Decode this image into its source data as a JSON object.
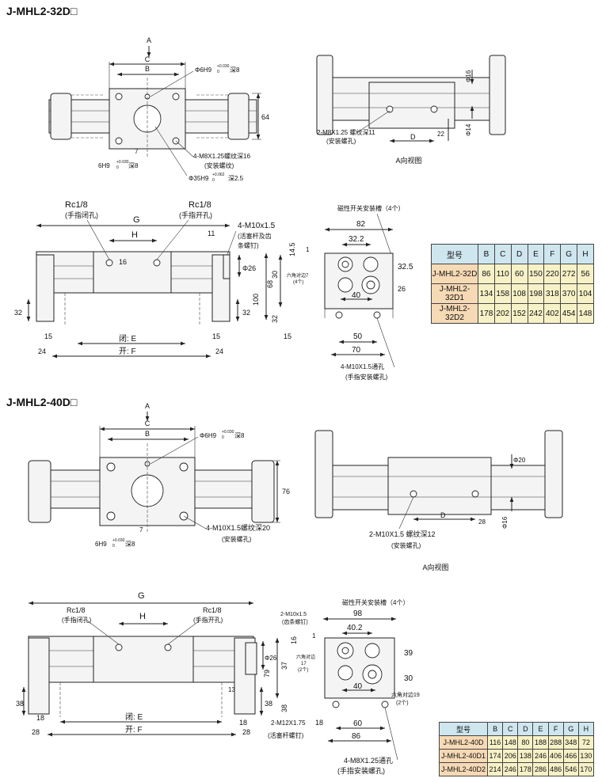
{
  "section1": {
    "title": "J-MHL2-32D□",
    "top_front": {
      "A": "A",
      "C": "C",
      "B": "B",
      "phi6": "Φ6H9",
      "phi6_tol": "+0.030",
      "phi6_tol2": "0",
      "phi6_depth": "深8",
      "dim64": "64",
      "dim7": "7",
      "m8": "4-M8X1.25螺纹深16",
      "m8_note": "(安装螺纹)",
      "pin": "6H9",
      "pin_tol": "+0.030",
      "pin_tol2": "0",
      "pin_depth": "深8",
      "phi35": "Φ35H9",
      "phi35_tol": "+0.062",
      "phi35_tol2": "0",
      "phi35_depth": "深2.5"
    },
    "top_side": {
      "phi16": "Φ16",
      "phi14": "Φ14",
      "m8": "2-M8X1.25 螺纹深11",
      "m8_note": "(安装螺孔)",
      "D": "D",
      "dim22": "22",
      "caption": "A向视图"
    },
    "bottom_front": {
      "rc_left": "Rc1/8",
      "rc_left_note": "(手指闭孔)",
      "rc_right": "Rc1/8",
      "rc_right_note": "(手指开孔)",
      "G": "G",
      "H": "H",
      "dim16": "16",
      "dim11": "11",
      "m10": "4-M10x1.5",
      "m10_note1": "(活塞杆及齿",
      "m10_note2": "条螺钉)",
      "phi26": "Φ26",
      "dim32l": "32",
      "dim32r": "32",
      "dim15l": "15",
      "dim15r": "15",
      "dim24l": "24",
      "dim24r": "24",
      "E": "闭: E",
      "F": "开: F"
    },
    "bottom_end": {
      "slot": "磁性开关安装槽（4个）",
      "dim82": "82",
      "dim32_2": "32.2",
      "dim14_5": "14.5",
      "dim1": "1",
      "dim32_5": "32.5",
      "hex": "六角对边7",
      "hex_n": "(4个)",
      "dim30": "30",
      "dim68": "68",
      "dim100": "100",
      "dim40": "40",
      "dim26": "26",
      "dim32": "32",
      "dim15": "15",
      "dim50": "50",
      "dim70": "70",
      "m10": "4-M10X1.5通孔",
      "m10_note": "(手指安装螺孔)"
    },
    "table": {
      "headers": [
        "型号",
        "B",
        "C",
        "D",
        "E",
        "F",
        "G",
        "H"
      ],
      "rows": [
        [
          "J-MHL2-32D",
          "86",
          "110",
          "60",
          "150",
          "220",
          "272",
          "56"
        ],
        [
          "J-MHL2-32D1",
          "134",
          "158",
          "108",
          "198",
          "318",
          "370",
          "104"
        ],
        [
          "J-MHL2-32D2",
          "178",
          "202",
          "152",
          "242",
          "402",
          "454",
          "148"
        ]
      ]
    }
  },
  "section2": {
    "title": "J-MHL2-40D□",
    "top_front": {
      "A": "A",
      "C": "C",
      "B": "B",
      "phi6": "Φ6H9",
      "phi6_tol": "+0.030",
      "phi6_tol2": "0",
      "phi6_depth": "深8",
      "dim76": "76",
      "dim7": "7",
      "m10": "4-M10X1.5螺纹深20",
      "m10_note": "(安装螺孔)",
      "pin": "6H9",
      "pin_tol": "+0.030",
      "pin_tol2": "0",
      "pin_depth": "深8"
    },
    "top_side": {
      "phi20": "Φ20",
      "phi16": "Φ16",
      "m10": "2-M10X1.5 螺纹深12",
      "m10_note": "(安装螺孔)",
      "D": "D",
      "dim28": "28",
      "caption": "A向视图"
    },
    "bottom_front": {
      "G": "G",
      "H": "H",
      "rc_left": "Rc1/8",
      "rc_left_note": "(手指闭孔)",
      "rc_right": "Rc1/8",
      "rc_right_note": "(手指开孔)",
      "m10": "2-M10x1.5",
      "m10_note": "(齿条螺钉)",
      "phi26": "Φ26",
      "dim13": "13",
      "dim38l": "38",
      "dim38r": "38",
      "dim18l": "18",
      "dim18r": "18",
      "dim28l": "28",
      "dim28r": "28",
      "m12": "2-M12X1.75",
      "m12_note": "(活塞杆螺钉)",
      "E": "闭: E",
      "F": "开: F"
    },
    "bottom_end": {
      "slot": "磁性开关安装槽（4个）",
      "dim98": "98",
      "dim40_2": "40.2",
      "dim16": "16",
      "dim1": "1",
      "dim39": "39",
      "hex": "六角对边",
      "hex17": "17",
      "hex_n": "(2个)",
      "dim37": "37",
      "dim79": "79",
      "dim40": "40",
      "dim30": "30",
      "hex19": "六角对边19",
      "hex19_n": "(2个)",
      "dim38": "38",
      "dim18": "18",
      "dim60": "60",
      "dim86": "86",
      "m8": "4-M8X1.25通孔",
      "m8_note": "(手指安装螺孔)"
    },
    "table": {
      "headers": [
        "型号",
        "B",
        "C",
        "D",
        "E",
        "F",
        "G",
        "H"
      ],
      "rows": [
        [
          "J-MHL2-40D",
          "116",
          "148",
          "80",
          "188",
          "288",
          "348",
          "72"
        ],
        [
          "J-MHL2-40D1",
          "174",
          "206",
          "138",
          "246",
          "406",
          "466",
          "130"
        ],
        [
          "J-MHL2-40D2",
          "214",
          "246",
          "178",
          "286",
          "486",
          "546",
          "170"
        ]
      ]
    }
  },
  "colors": {
    "body_fill": "#f4f4f4",
    "line": "#222222",
    "table_header": "#cfe6ef",
    "model_cell": "#f6d9b5",
    "value_cell": "#f7f1c7"
  }
}
